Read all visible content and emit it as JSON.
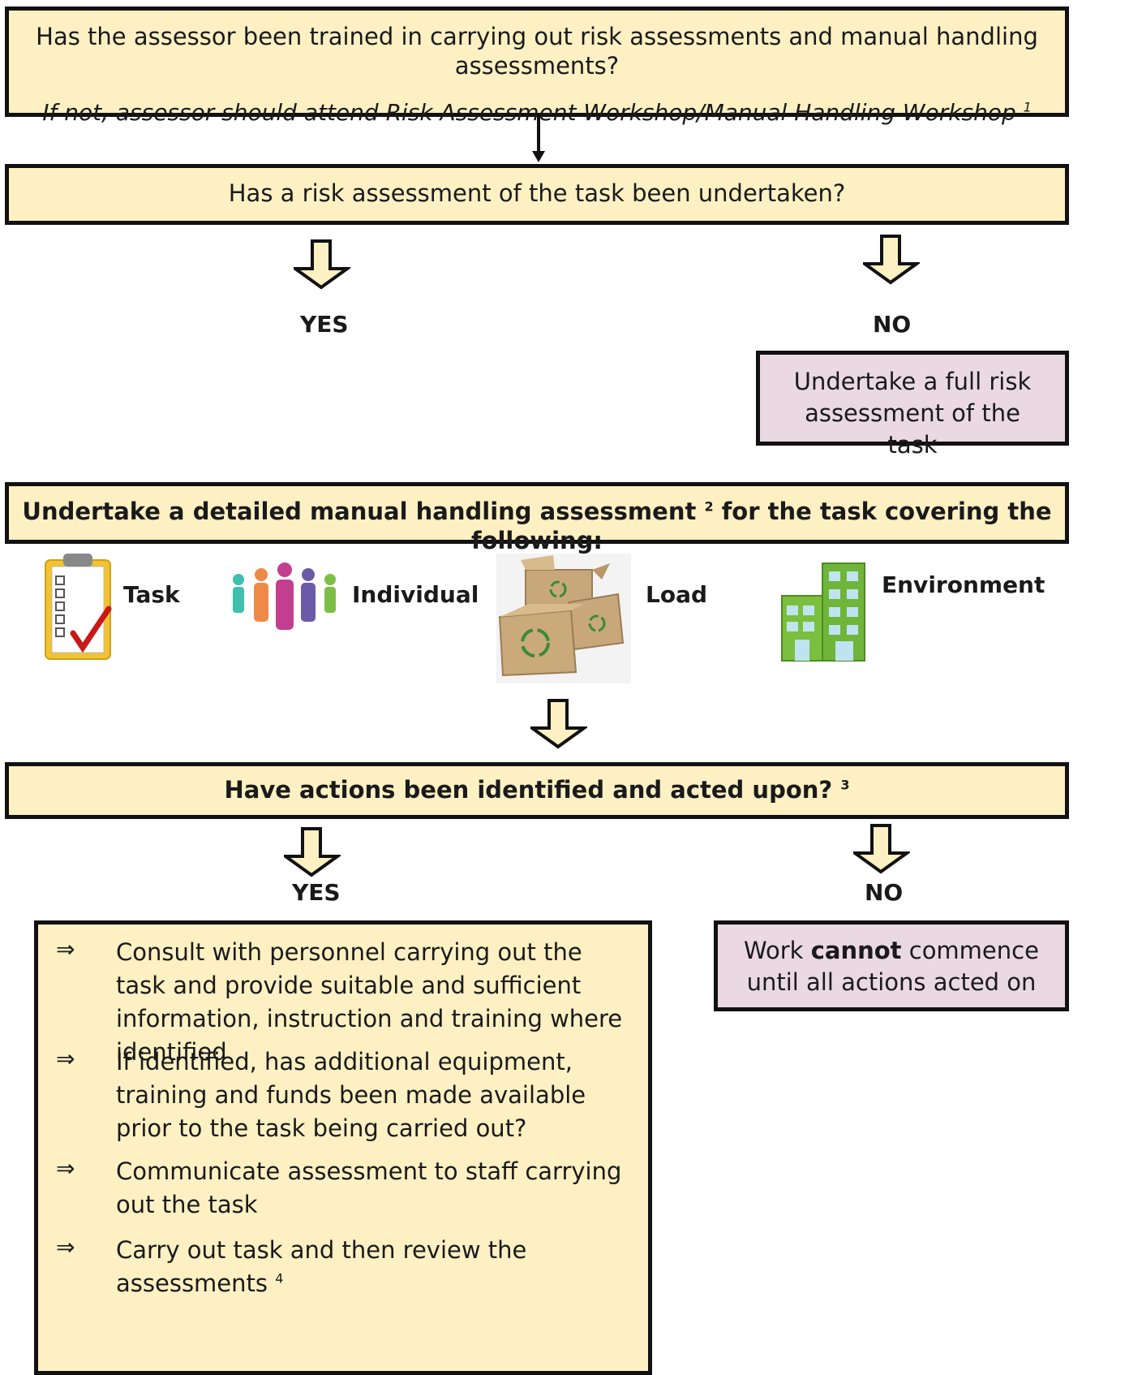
{
  "box1": {
    "question": "Has the assessor been trained in carrying out risk assessments and manual handling assessments?",
    "note": "If not, assessor should attend Risk Assessment Workshop/Manual Handling Workshop",
    "note_ref": "1"
  },
  "box2": {
    "question": "Has a risk assessment of the task been undertaken?"
  },
  "branch1": {
    "yes_label": "YES",
    "no_label": "NO",
    "no_action": "Undertake a full risk assessment of the task"
  },
  "box3": {
    "text_before": "Undertake a detailed manual handling assessment",
    "ref": "2",
    "text_after": "for the task covering the following:"
  },
  "factors": [
    {
      "label": "Task",
      "icon": "clipboard-icon"
    },
    {
      "label": "Individual",
      "icon": "people-icon"
    },
    {
      "label": "Load",
      "icon": "boxes-icon"
    },
    {
      "label": "Environment",
      "icon": "building-icon"
    }
  ],
  "box4": {
    "question": "Have actions been identified and acted upon?",
    "ref": "3"
  },
  "branch2": {
    "yes_label": "YES",
    "no_label": "NO",
    "no_action_pre": "Work",
    "no_action_bold": "cannot",
    "no_action_post": "commence until all actions acted on",
    "bullet_symbol": "⇒",
    "yes_items": [
      {
        "text": "Consult with personnel carrying out the task and provide suitable and sufficient information, instruction and training where identified"
      },
      {
        "text": "If identified, has additional equipment, training and funds been made available prior to the task being carried out?"
      },
      {
        "text": "Communicate assessment to staff carrying out the task"
      },
      {
        "text": "Carry out task and then review the assessments",
        "ref": "4"
      }
    ]
  },
  "colors": {
    "question_fill": "#fdf0c3",
    "action_fill": "#ead8e3",
    "border": "#111111"
  }
}
